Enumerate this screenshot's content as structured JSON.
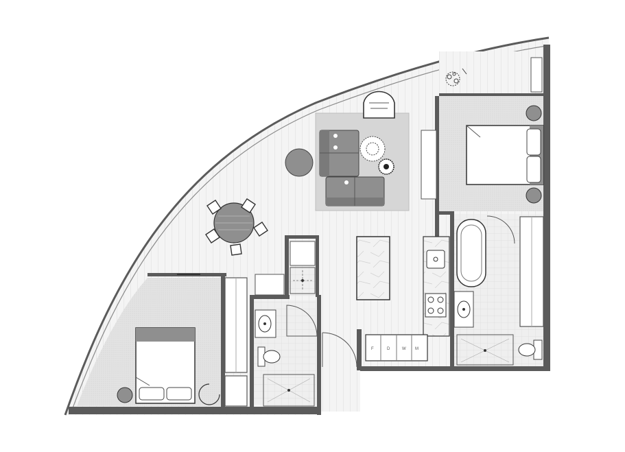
{
  "plan": {
    "colors": {
      "background": "#ffffff",
      "wall": "#5b5b5b",
      "wall_light": "#8a8a8a",
      "floor_timber": "#f3f3f3",
      "floor_tile": "#ececec",
      "carpet": "#dcdcdc",
      "rug": "#d2d2d2",
      "furniture": "#8f8f8f",
      "furniture_dark": "#6f6f6f",
      "line": "#333333"
    },
    "appliance_labels": [
      "F",
      "D",
      "W",
      "M"
    ]
  }
}
